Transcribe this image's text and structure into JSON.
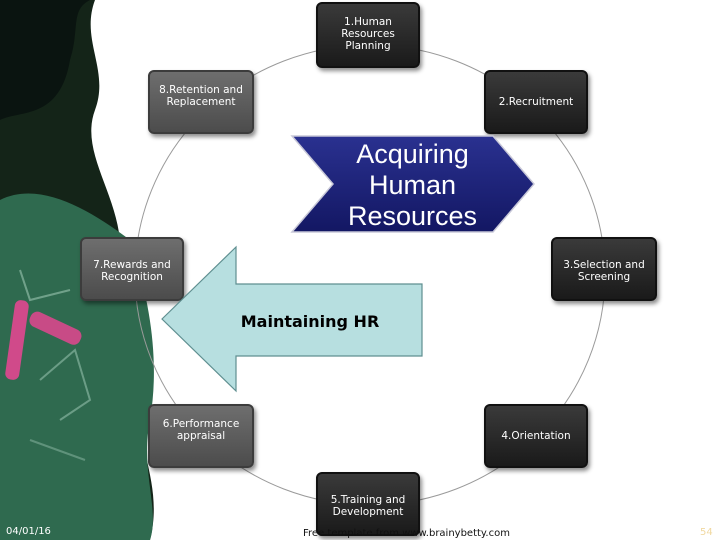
{
  "diagram": {
    "center_title": "Acquiring\nHuman\nResources",
    "arrow_label": "Maintaining HR",
    "steps": [
      "1.Human\nResources\nPlanning",
      "2.Recruitment",
      "3.Selection and\nScreening",
      "4.Orientation",
      "5.Training and\nDevelopment",
      "6.Performance\nappraisal",
      "7.Rewards and\nRecognition",
      "8.Retention and\nReplacement"
    ]
  },
  "footer": {
    "date": "04/01/16",
    "credit": "Free template from www.brainybetty.com",
    "page": "54"
  },
  "colors": {
    "box_dark": "#222222",
    "box_grey": "#5a5a5a",
    "chevron_fill": "#1a1f7a",
    "arrow_fill": "#b7dfe0",
    "chalkboard": "#2e5a46"
  }
}
